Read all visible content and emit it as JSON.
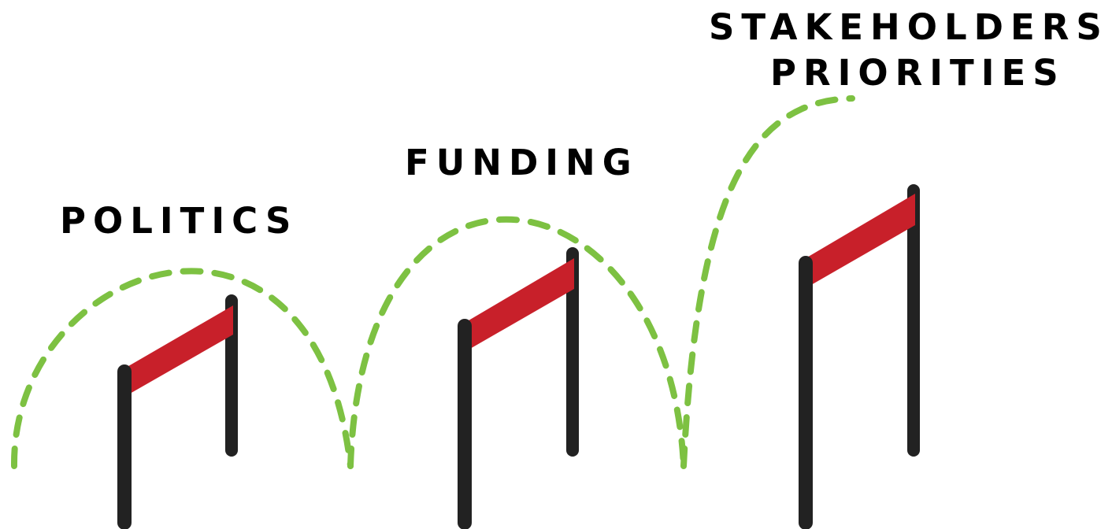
{
  "labels": {
    "politics": "POLITICS",
    "funding": "FUNDING",
    "stakeholders_line1": "STAKEHOLDERS’",
    "stakeholders_line2": "PRIORITIES"
  },
  "colors": {
    "background": "#ffffff",
    "text": "#000000",
    "post": "#222222",
    "bar": "#c8202a",
    "jump_path": "#7dc142"
  },
  "icons": [
    "hurdle-icon",
    "dashed-jump-path"
  ]
}
